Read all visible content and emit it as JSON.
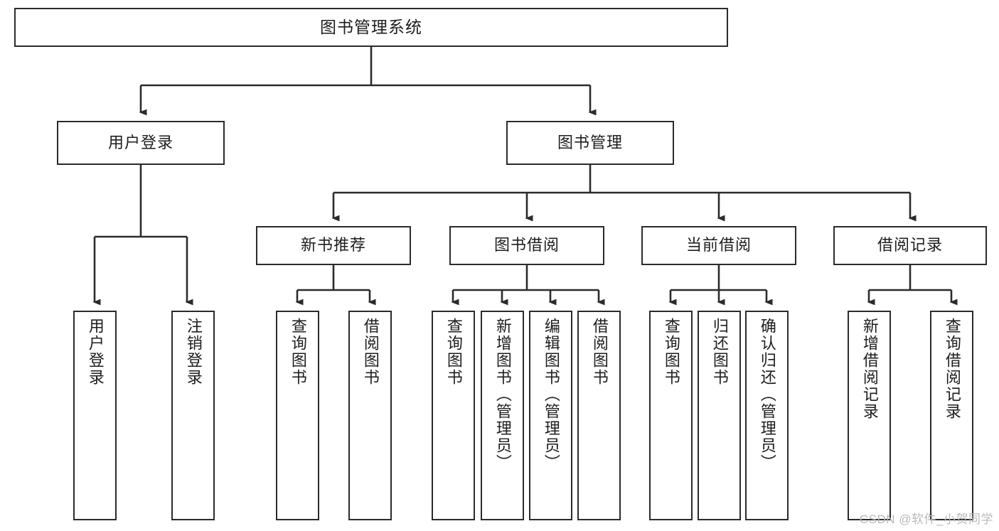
{
  "diagram": {
    "title": "图书管理系统",
    "type": "tree-hierarchy",
    "orientation": "top-down",
    "colors": {
      "box_border": "#2b2b2b",
      "box_fill": "#ffffff",
      "connector": "#2b2b2b",
      "text": "#1d1d1d",
      "watermark": "#b9b9b9",
      "background": "#ffffff"
    },
    "root": {
      "label": "图书管理系统"
    },
    "level2": [
      {
        "label": "用户登录"
      },
      {
        "label": "图书管理"
      }
    ],
    "level3": [
      {
        "label": "新书推荐"
      },
      {
        "label": "图书借阅"
      },
      {
        "label": "当前借阅"
      },
      {
        "label": "借阅记录"
      }
    ],
    "leaves": {
      "user_login": [
        {
          "label": "用户登录"
        },
        {
          "label": "注销登录"
        }
      ],
      "new_book_recommend": [
        {
          "label": "查询图书"
        },
        {
          "label": "借阅图书"
        }
      ],
      "book_borrow": [
        {
          "label": "查询图书"
        },
        {
          "label": "新增图书（管理员）"
        },
        {
          "label": "编辑图书（管理员）"
        },
        {
          "label": "借阅图书"
        }
      ],
      "current_borrow": [
        {
          "label": "查询图书"
        },
        {
          "label": "归还图书"
        },
        {
          "label": "确认归还（管理员）"
        }
      ],
      "borrow_record": [
        {
          "label": "新增借阅记录"
        },
        {
          "label": "查询借阅记录"
        }
      ]
    }
  },
  "watermark": {
    "text": "CSDN @软件_小贺同学"
  }
}
